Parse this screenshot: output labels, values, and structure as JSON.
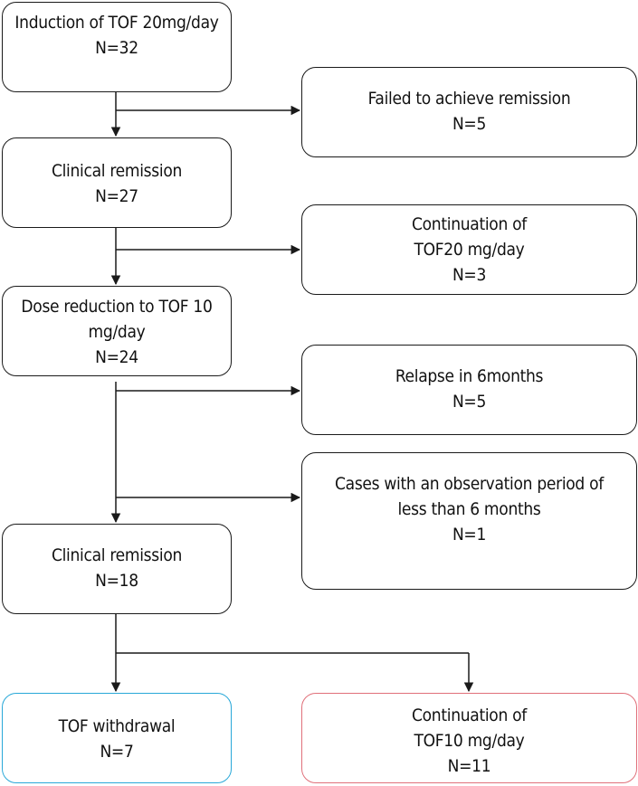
{
  "boxes": {
    "induction": {
      "line1": "Induction of TOF 20mg/day",
      "line2": "N=32"
    },
    "failed": {
      "line1": "Failed to achieve remission",
      "line2": "N=5"
    },
    "remission1": {
      "line1": "Clinical remission",
      "line2": "N=27"
    },
    "continuation20": {
      "line1": "Continuation of",
      "line2": "TOF20 mg/day",
      "line3": "N=3"
    },
    "reduction": {
      "line1": "Dose reduction to TOF 10",
      "line2": "mg/day",
      "line3": "N=24"
    },
    "relapse": {
      "line1": "Relapse in 6months",
      "line2": "N=5"
    },
    "observation": {
      "line1": "Cases with an observation period of",
      "line2": "less than 6 months",
      "line3": "N=1"
    },
    "remission2": {
      "line1": "Clinical remission",
      "line2": "N=18"
    },
    "withdrawal": {
      "line1": "TOF withdrawal",
      "line2": "N=7"
    },
    "continuation10": {
      "line1": "Continuation of",
      "line2": "TOF10 mg/day",
      "line3": "N=11"
    }
  },
  "colors": {
    "line": "#1a1a1a",
    "withdrawal_border": "#29a8d8",
    "continuation10_border": "#e0707a"
  }
}
